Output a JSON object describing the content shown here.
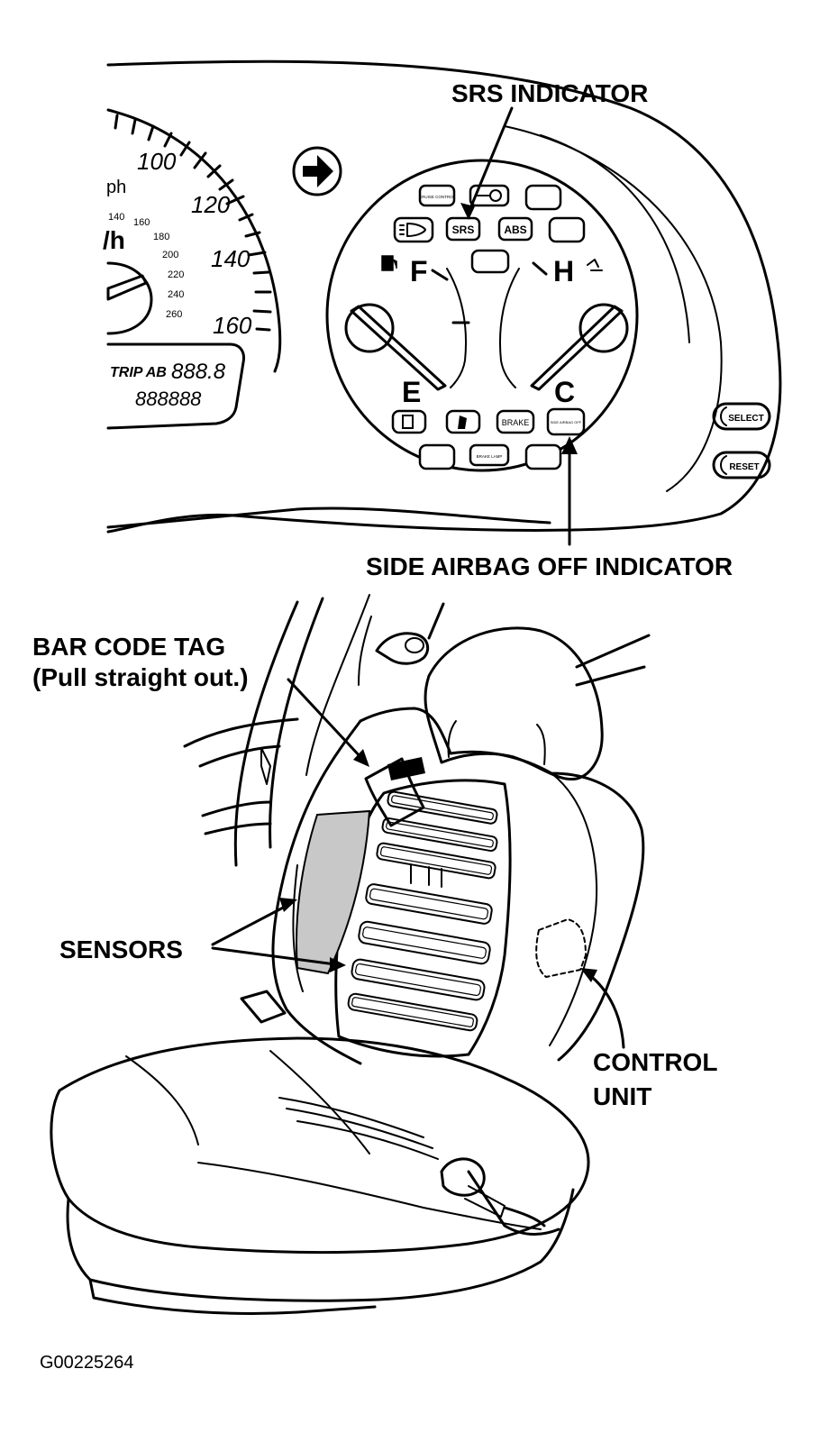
{
  "callouts": {
    "srs_indicator": "SRS INDICATOR",
    "side_airbag_off_indicator": "SIDE AIRBAG OFF INDICATOR",
    "bar_code_tag": "BAR CODE TAG",
    "bar_code_tag_note": "(Pull straight out.)",
    "sensors": "SENSORS",
    "control_unit_line1": "CONTROL",
    "control_unit_line2": "UNIT"
  },
  "speedometer": {
    "mph_unit": "ph",
    "kmh_unit": "/h",
    "mph_ticks": [
      "100",
      "120",
      "140",
      "160"
    ],
    "kmh_ticks": [
      "140",
      "160",
      "180",
      "200",
      "220",
      "240",
      "260"
    ]
  },
  "odometer": {
    "trip_label": "TRIP AB",
    "trip_value": "888.8",
    "total_value": "888888"
  },
  "gauges": {
    "fuel_full": "F",
    "fuel_empty": "E",
    "temp_hot": "H",
    "temp_cold": "C"
  },
  "indicator_lamps": {
    "srs": "SRS",
    "abs": "ABS",
    "brake": "BRAKE",
    "cruise": "CRUISE CONTROL",
    "brake_lamp": "BRAKE LAMP",
    "side_airbag_off": "SIDE AIRBAG OFF"
  },
  "buttons": {
    "select": "SELECT",
    "reset": "RESET"
  },
  "figure_code": "G00225264"
}
